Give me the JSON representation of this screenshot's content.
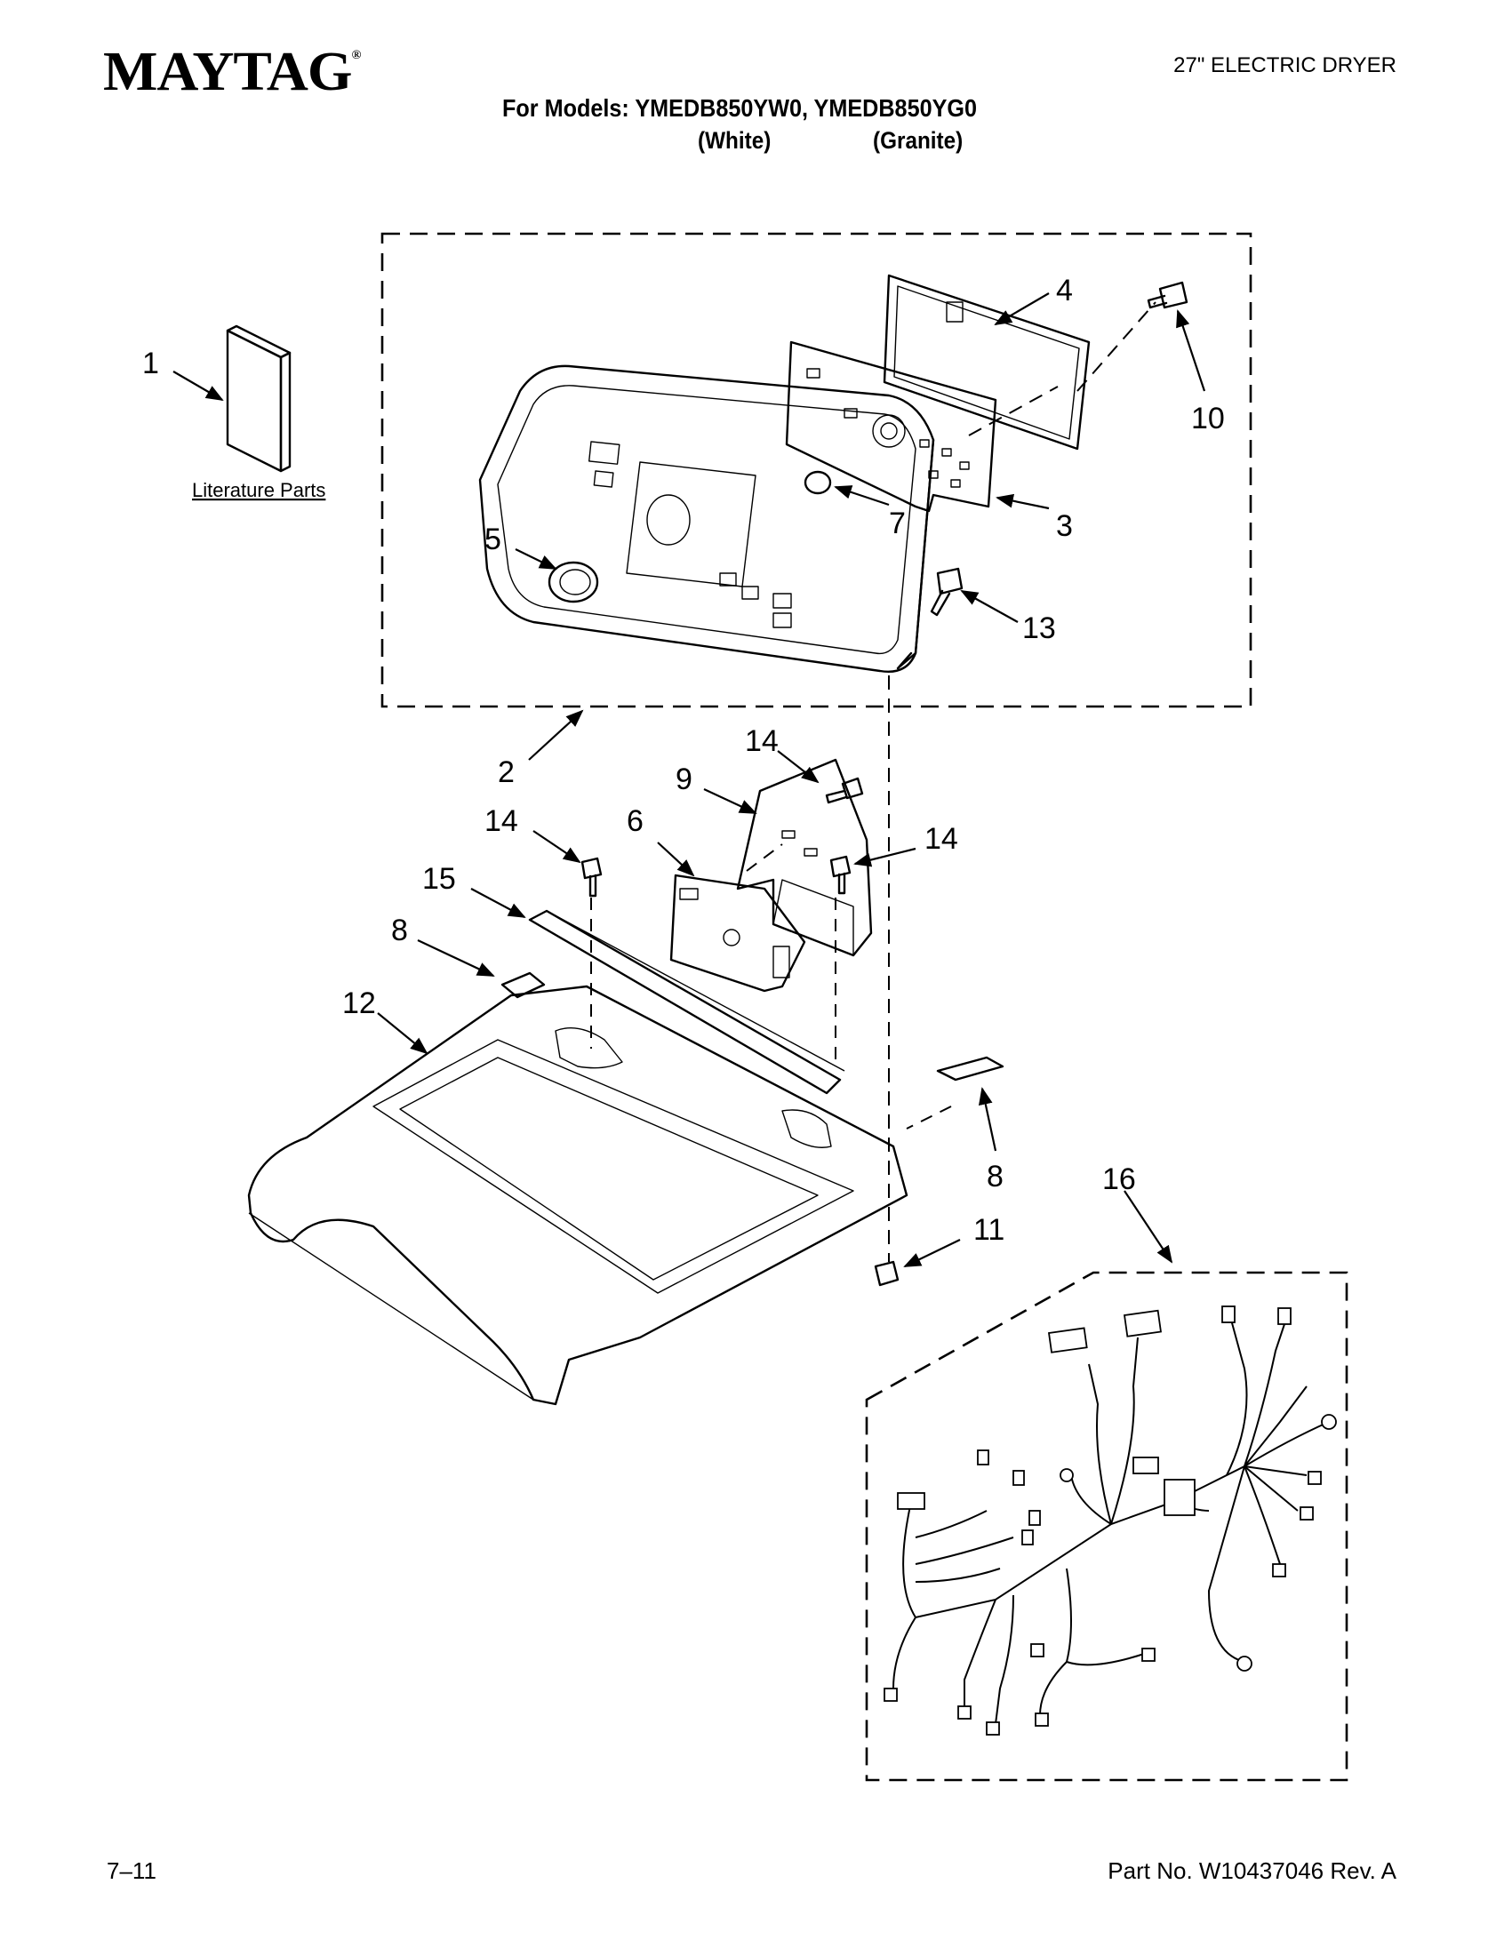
{
  "header": {
    "brand": "MAYTAG",
    "brand_mark": "®",
    "doc_type": "27\" ELECTRIC DRYER",
    "models_line": "For Models: YMEDB850YW0, YMEDB850YG0",
    "variant_white": "(White)",
    "variant_granite": "(Granite)"
  },
  "footer": {
    "page_number": "7–11",
    "part_number": "Part No. W10437046 Rev. A"
  },
  "diagram": {
    "literature_label": "Literature Parts",
    "callouts": {
      "c1": "1",
      "c2": "2",
      "c3": "3",
      "c4": "4",
      "c5": "5",
      "c6": "6",
      "c7": "7",
      "c8a": "8",
      "c8b": "8",
      "c9": "9",
      "c10": "10",
      "c11": "11",
      "c12": "12",
      "c13": "13",
      "c14a": "14",
      "c14b": "14",
      "c14c": "14",
      "c15": "15",
      "c16": "16"
    }
  }
}
